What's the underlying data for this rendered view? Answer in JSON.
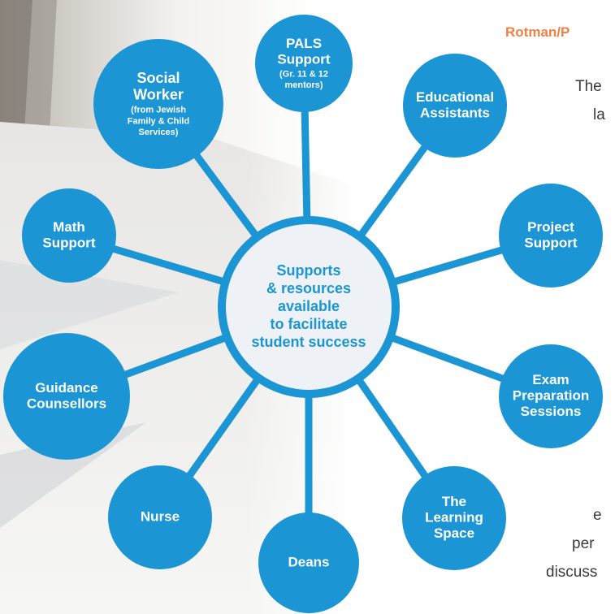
{
  "section_heading": "Rotman/P",
  "text_fragments": [
    "The",
    "la",
    "e",
    "per",
    "discuss"
  ],
  "colors": {
    "node": "#1b95d3",
    "hub_fill": "#eef2f6",
    "hub_text": "#1b95d3",
    "heading": "#ef8046",
    "body_text": "#3a3a3a"
  },
  "hub": {
    "lines": [
      "Supports",
      "& resources",
      "available",
      "to facilitate",
      "student success"
    ]
  },
  "nodes": [
    {
      "id": "pals",
      "lines": [
        "PALS",
        "Support"
      ],
      "sub": [
        "(Gr. 11 & 12",
        "mentors)"
      ]
    },
    {
      "id": "educational-assistants",
      "lines": [
        "Educational",
        "Assistants"
      ],
      "sub": []
    },
    {
      "id": "project-support",
      "lines": [
        "Project",
        "Support"
      ],
      "sub": []
    },
    {
      "id": "exam-preparation",
      "lines": [
        "Exam",
        "Preparation",
        "Sessions"
      ],
      "sub": []
    },
    {
      "id": "learning-space",
      "lines": [
        "The",
        "Learning",
        "Space"
      ],
      "sub": []
    },
    {
      "id": "deans",
      "lines": [
        "Deans"
      ],
      "sub": []
    },
    {
      "id": "nurse",
      "lines": [
        "Nurse"
      ],
      "sub": []
    },
    {
      "id": "guidance",
      "lines": [
        "Guidance",
        "Counsellors"
      ],
      "sub": []
    },
    {
      "id": "math-support",
      "lines": [
        "Math",
        "Support"
      ],
      "sub": []
    },
    {
      "id": "social-worker",
      "lines": [
        "Social",
        "Worker"
      ],
      "sub": [
        "(from Jewish",
        "Family & Child",
        "Services)"
      ]
    }
  ]
}
